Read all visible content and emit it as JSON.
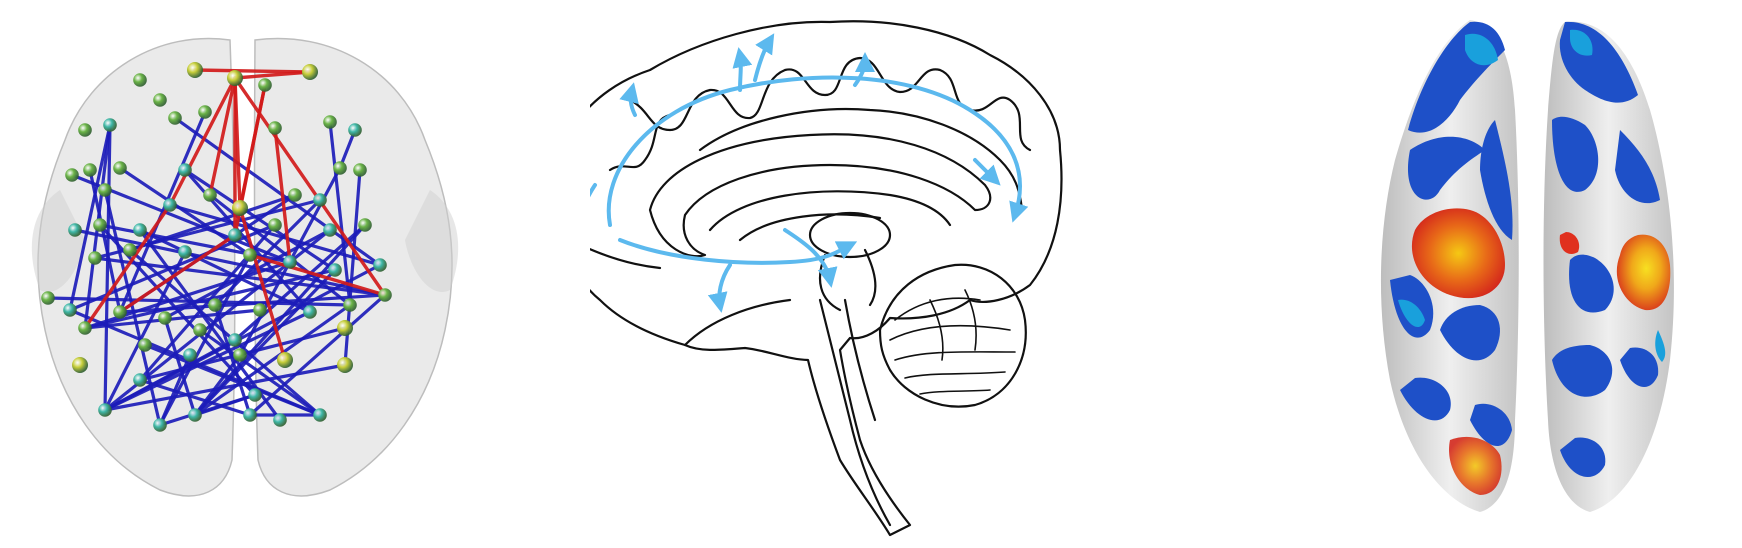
{
  "figure": {
    "panels": [
      {
        "id": "connectome",
        "depicts": "glass-brain-network-icon"
      },
      {
        "id": "sagittal",
        "depicts": "brain-midsagittal-outline-icon"
      },
      {
        "id": "surface",
        "depicts": "cortical-surface-activation-icon"
      }
    ]
  },
  "colors": {
    "glass_brain": "#d8d8d8",
    "edge_positive": "#d11a1a",
    "edge_negative": "#1c1cb8",
    "node_green": "#6cb548",
    "node_teal": "#3fb8a8",
    "node_yellow": "#c8cf3a",
    "pathway_arrows": "#5cb9ee",
    "outline": "#111111",
    "surface_base": "#e6e6e6",
    "surface_negative": "#1e50c8",
    "surface_negative_light": "#19a0dc",
    "surface_positive": "#e0301e",
    "surface_positive_peak": "#f5c814"
  }
}
